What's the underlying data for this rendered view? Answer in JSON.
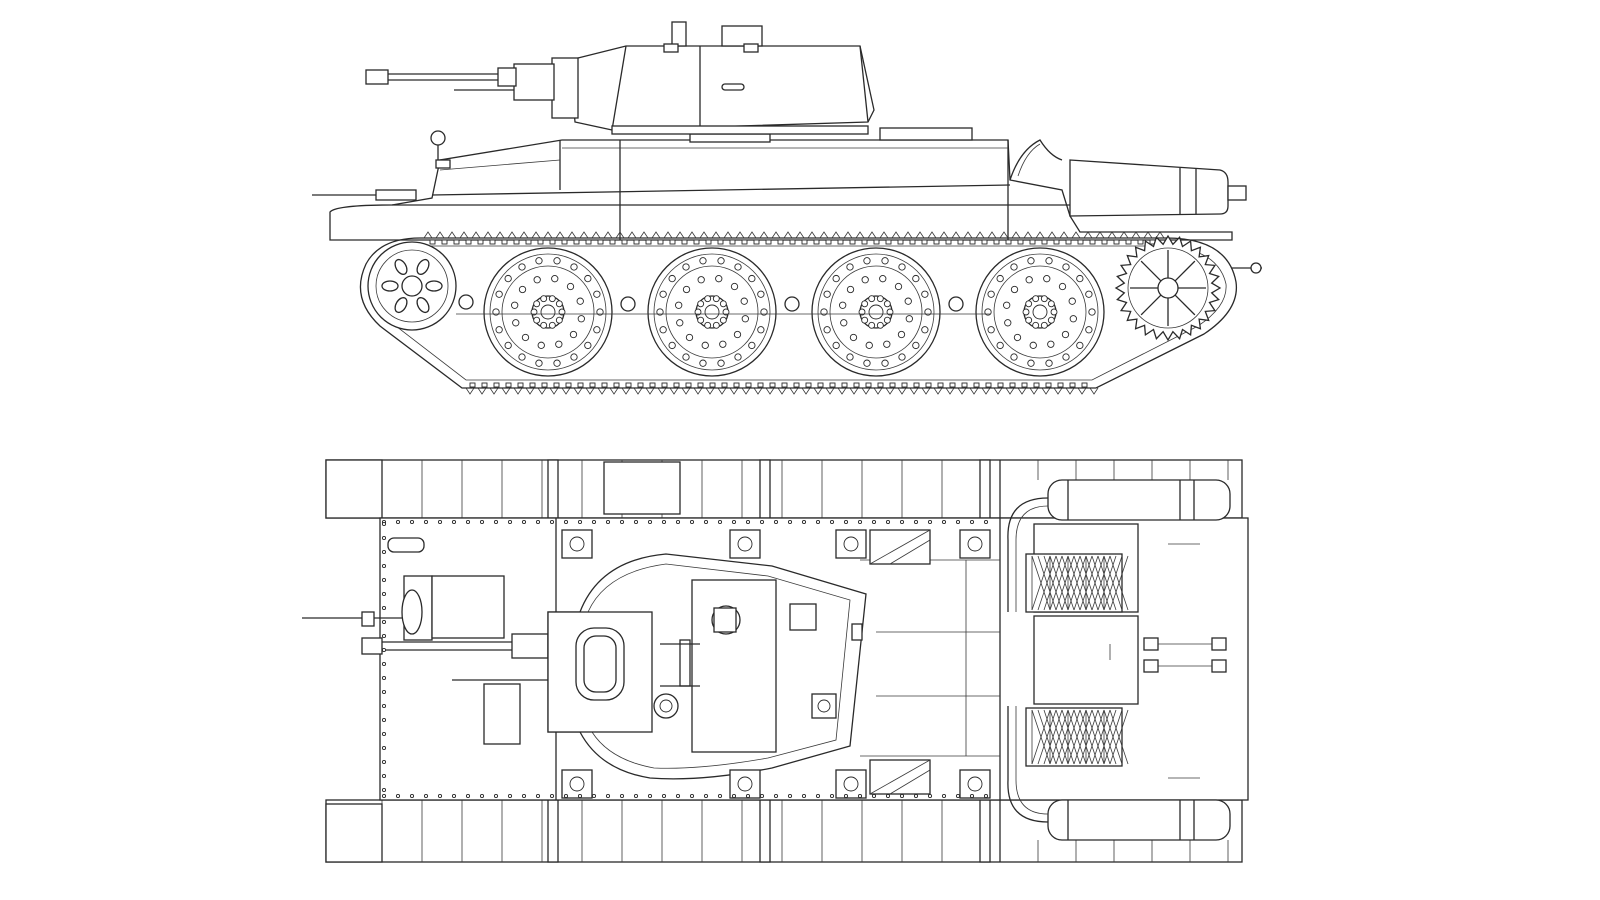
{
  "drawing": {
    "subject": "tank",
    "views": [
      {
        "id": "side",
        "kind": "side-elevation"
      },
      {
        "id": "top",
        "kind": "plan-view"
      }
    ],
    "road_wheel_count": 4,
    "line_color": "#2a2a2a",
    "background": "#ffffff"
  }
}
